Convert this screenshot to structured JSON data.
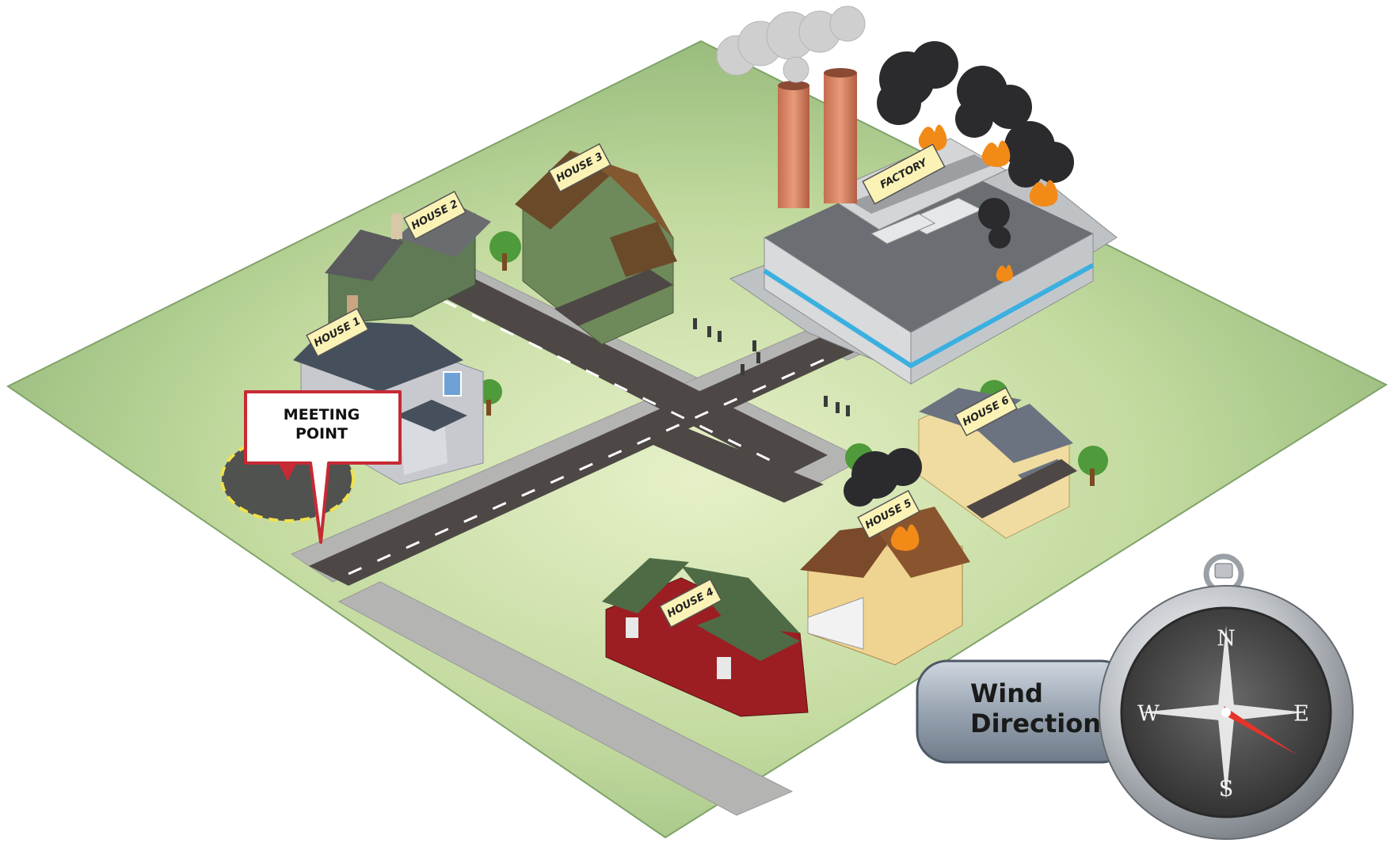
{
  "meeting_point": {
    "label_line1": "MEETING",
    "label_line2": "POINT"
  },
  "labels": {
    "house1": "HOUSE 1",
    "house2": "HOUSE 2",
    "house3": "HOUSE 3",
    "house4": "HOUSE 4",
    "house5": "HOUSE 5",
    "house6": "HOUSE 6",
    "factory": "FACTORY"
  },
  "wind": {
    "label_line1": "Wind",
    "label_line2": "Direction",
    "north": "N",
    "south": "S",
    "east": "E",
    "west": "W"
  },
  "burning": [
    "factory",
    "house5"
  ],
  "colors": {
    "grass": "#a9c98a",
    "road": "#4d4845",
    "sidewalk": "#a9a9a9",
    "fire": "#f28a17",
    "smoke": "#2b2b2e",
    "compass_needle": "#e4342b",
    "sign": "#fbf3b6"
  },
  "icons": [
    "compass-icon",
    "fire-icon",
    "smoke-icon",
    "tree-icon"
  ]
}
